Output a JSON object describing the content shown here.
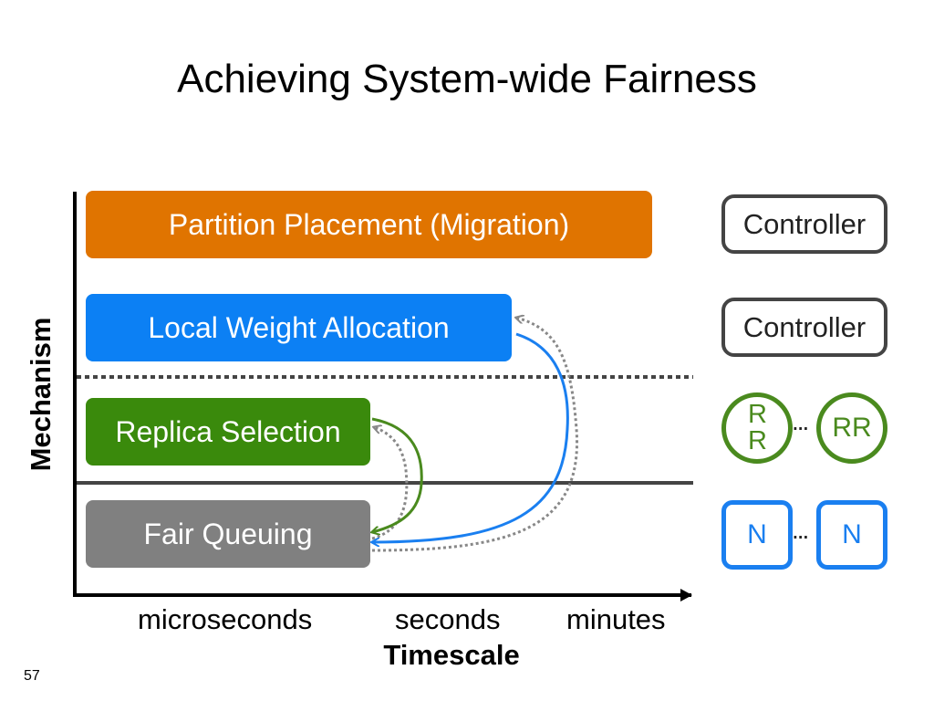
{
  "slide": {
    "title": "Achieving System-wide Fairness",
    "slide_number": "57"
  },
  "bars": {
    "partition": "Partition Placement (Migration)",
    "local_weight": "Local Weight Allocation",
    "replica": "Replica Selection",
    "fair_queuing": "Fair Queuing"
  },
  "right_column": {
    "controller_1": "Controller",
    "controller_2": "Controller",
    "rr_1": "R R",
    "rr_2": "RR",
    "n_1": "N",
    "n_2": "N",
    "ellipsis": "..."
  },
  "axes": {
    "ylabel": "Mechanism",
    "xlabel": "Timescale",
    "ticks": [
      "microseconds",
      "seconds",
      "minutes"
    ]
  },
  "colors": {
    "orange": "#e07400",
    "blue": "#0c80f4",
    "green": "#3a8a0c",
    "gray": "#808080"
  }
}
